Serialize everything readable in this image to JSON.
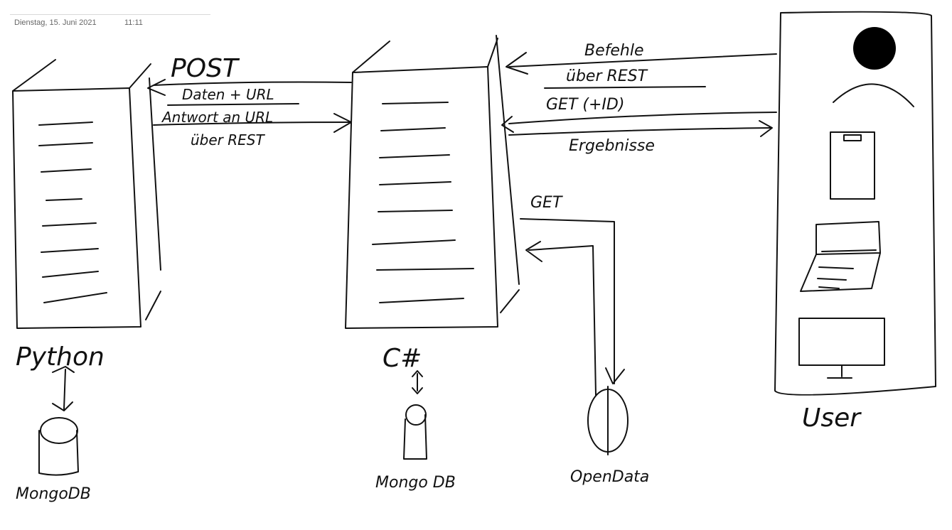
{
  "note": {
    "date": "Dienstag, 15. Juni 2021",
    "time": "11:11"
  },
  "nodes": {
    "python_server": "Python",
    "python_db": "MongoDB",
    "csharp_server": "C#",
    "csharp_db": "Mongo DB",
    "opendata": "OpenData",
    "user": "User"
  },
  "edges": {
    "post": "POST",
    "daten_url": "Daten + URL",
    "antwort_url": "Antwort an URL",
    "ueber_rest_left": "über REST",
    "befehle": "Befehle",
    "ueber_rest_right": "über REST",
    "get_id": "GET (+ID)",
    "ergebnisse": "Ergebnisse",
    "get_opendata": "GET"
  }
}
